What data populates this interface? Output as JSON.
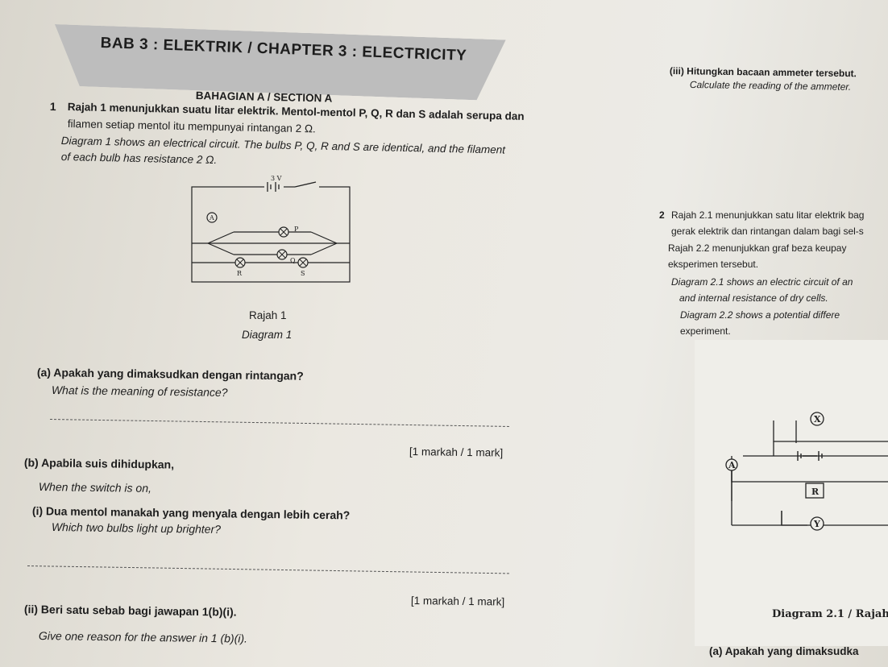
{
  "header": {
    "chapter": "BAB 3 : ELEKTRIK / CHAPTER 3 : ELECTRICITY",
    "section": "BAHAGIAN A / SECTION A"
  },
  "q1": {
    "num": "1",
    "intro_ms_1": "Rajah 1 menunjukkan suatu litar elektrik. Mentol-mentol P, Q, R dan S adalah serupa dan",
    "intro_ms_2": "filamen setiap mentol itu mempunyai rintangan 2 Ω.",
    "intro_en_1": "Diagram 1 shows an electrical circuit. The bulbs P, Q, R and S are identical, and the filament",
    "intro_en_2": "of each bulb has resistance 2 Ω.",
    "diagram": {
      "voltage": "3 V",
      "ammeter": "A",
      "bulbs": [
        "P",
        "Q",
        "R",
        "S"
      ],
      "caption_ms": "Rajah 1",
      "caption_en": "Diagram 1"
    },
    "a": {
      "ms": "(a) Apakah yang dimaksudkan dengan rintangan?",
      "en": "What is the meaning of resistance?",
      "mark": "[1 markah / 1 mark]"
    },
    "b": {
      "ms": "(b) Apabila suis dihidupkan,",
      "en": "When the switch is on,"
    },
    "bi": {
      "ms": "(i)  Dua mentol manakah yang menyala dengan lebih cerah?",
      "en": "Which two bulbs light up brighter?",
      "mark": "[1 markah / 1 mark]"
    },
    "bii": {
      "ms": "(ii) Beri satu sebab bagi jawapan 1(b)(i).",
      "en": "Give one reason for the answer in 1 (b)(i)."
    },
    "biii": {
      "ms": "(iii) Hitungkan bacaan ammeter tersebut.",
      "en": "Calculate the reading of the ammeter."
    }
  },
  "q2": {
    "num": "2",
    "line1": "Rajah 2.1 menunjukkan satu litar elektrik bag",
    "line2": "gerak elektrik dan rintangan dalam bagi sel-s",
    "line3": "Rajah 2.2 menunjukkan graf beza keupay",
    "line4": "eksperimen tersebut.",
    "line5": "Diagram 2.1 shows an electric circuit of an",
    "line6": "and internal resistance of dry cells.",
    "line7": "Diagram 2.2 shows a potential differe",
    "line8": "experiment.",
    "diagram": {
      "meter_x": "X",
      "meter_y": "Y",
      "ammeter": "A",
      "resistor": "R",
      "caption": "Diagram 2.1 / Rajah 2."
    },
    "a": {
      "ms": "(a) Apakah yang dimaksudka"
    }
  }
}
